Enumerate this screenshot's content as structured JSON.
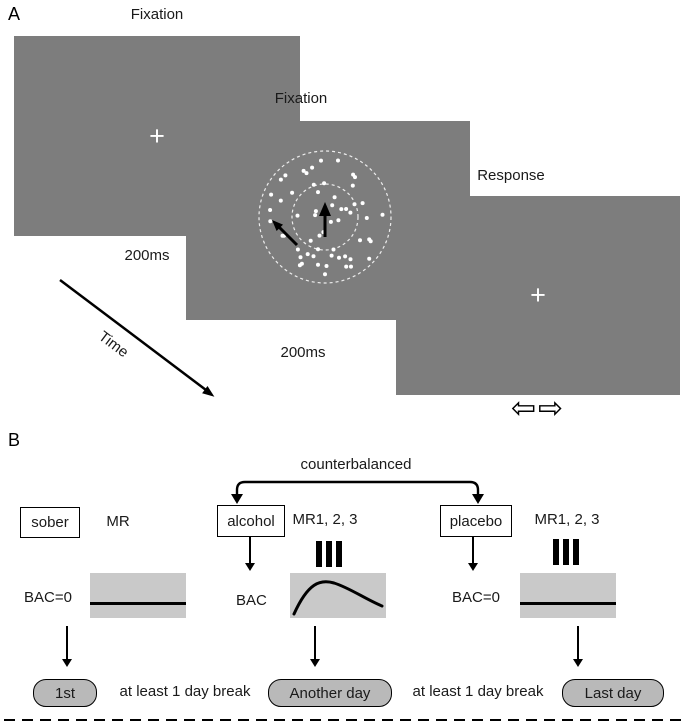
{
  "panelA": {
    "label": "A",
    "time_label": "Time",
    "screens": [
      {
        "title": "Fixation",
        "cross": "+",
        "duration": "200ms"
      },
      {
        "title": "Fixation",
        "duration": "200ms"
      },
      {
        "title": "Response",
        "cross": "+"
      }
    ],
    "response_arrows": {
      "left": "⇦",
      "right": "⇨"
    }
  },
  "panelB": {
    "label": "B",
    "counterbalanced_label": "counterbalanced",
    "conditions": [
      {
        "box": "sober",
        "session": "MR",
        "bac_label": "BAC=0",
        "bac_shape": "flat"
      },
      {
        "box": "alcohol",
        "session": "MR1, 2, 3",
        "bac_label": "BAC",
        "bac_shape": "rise-then-fall"
      },
      {
        "box": "placebo",
        "session": "MR1, 2, 3",
        "bac_label": "BAC=0",
        "bac_shape": "flat"
      }
    ],
    "days": [
      {
        "label": "1st"
      },
      {
        "label": "Another day"
      },
      {
        "label": "Last day"
      }
    ],
    "break_labels": [
      "at least 1 day break",
      "at least 1 day break"
    ]
  },
  "colors": {
    "screen_gray": "#7d7d7d",
    "bac_gray": "#c9c9c9",
    "day_gray": "#b9b9b9"
  }
}
